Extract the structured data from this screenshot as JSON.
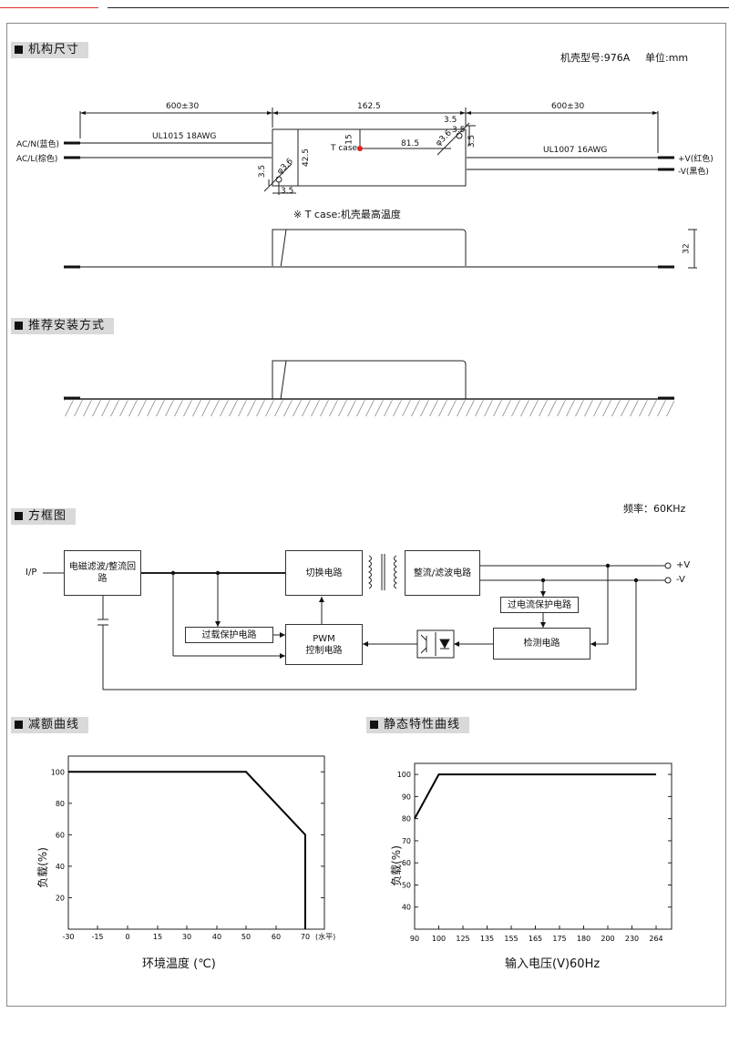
{
  "sections": {
    "dimensions": "机构尺寸",
    "mounting": "推荐安装方式",
    "block": "方框图",
    "derating": "减额曲线",
    "static": "静态特性曲线"
  },
  "dim": {
    "case_model": "机壳型号:976A",
    "unit": "单位:mm",
    "left_len": "600±30",
    "body_len": "162.5",
    "right_len": "600±30",
    "left_cable": "UL1015 18AWG",
    "right_cable": "UL1007 16AWG",
    "acn": "AC/N(蓝色)",
    "acl": "AC/L(棕色)",
    "vpos": "+V(红色)",
    "vneg": "-V(黑色)",
    "tcase": "T case",
    "h15": "15",
    "d815": "81.5",
    "h425": "42.5",
    "d35a": "3.5",
    "d35b": "3.5",
    "d35c": "3.5",
    "d35d": "3.5",
    "d35e": "3.5",
    "phi_a": "φ3.6",
    "phi_b": "φ3.6",
    "note": "※ T case:机壳最高温度",
    "height": "32"
  },
  "block": {
    "freq": "频率：60KHz",
    "ip": "I/P",
    "emi": "电磁滤波/整流回路",
    "switch": "切换电路",
    "rect": "整流/滤波电路",
    "ocp": "过电流保护电路",
    "olp": "过载保护电路",
    "pwm_a": "PWM",
    "pwm_b": "控制电路",
    "detect": "检测电路",
    "vpos": "+V",
    "vneg": "-V"
  },
  "derating": {
    "ylabel": "负载(%)",
    "xlabel": "环境温度 (℃)",
    "xunit": "(水平)",
    "chart_data": {
      "type": "line",
      "x_ticks": [
        "-30",
        "-15",
        "0",
        "15",
        "30",
        "40",
        "50",
        "60",
        "70"
      ],
      "y_ticks": [
        "20",
        "40",
        "60",
        "80",
        "100"
      ],
      "x": [
        -30,
        50,
        70,
        70
      ],
      "y": [
        100,
        100,
        60,
        0
      ],
      "ylim": [
        0,
        110
      ]
    }
  },
  "static": {
    "ylabel": "负载(%)",
    "xlabel": "输入电压(V)60Hz",
    "chart_data": {
      "type": "line",
      "x_ticks": [
        "90",
        "100",
        "125",
        "135",
        "155",
        "165",
        "175",
        "180",
        "200",
        "230",
        "264"
      ],
      "y_ticks": [
        "40",
        "50",
        "60",
        "70",
        "80",
        "90",
        "100"
      ],
      "x": [
        "90",
        "100",
        "264"
      ],
      "y": [
        80,
        100,
        100
      ],
      "ylim": [
        30,
        105
      ]
    }
  }
}
